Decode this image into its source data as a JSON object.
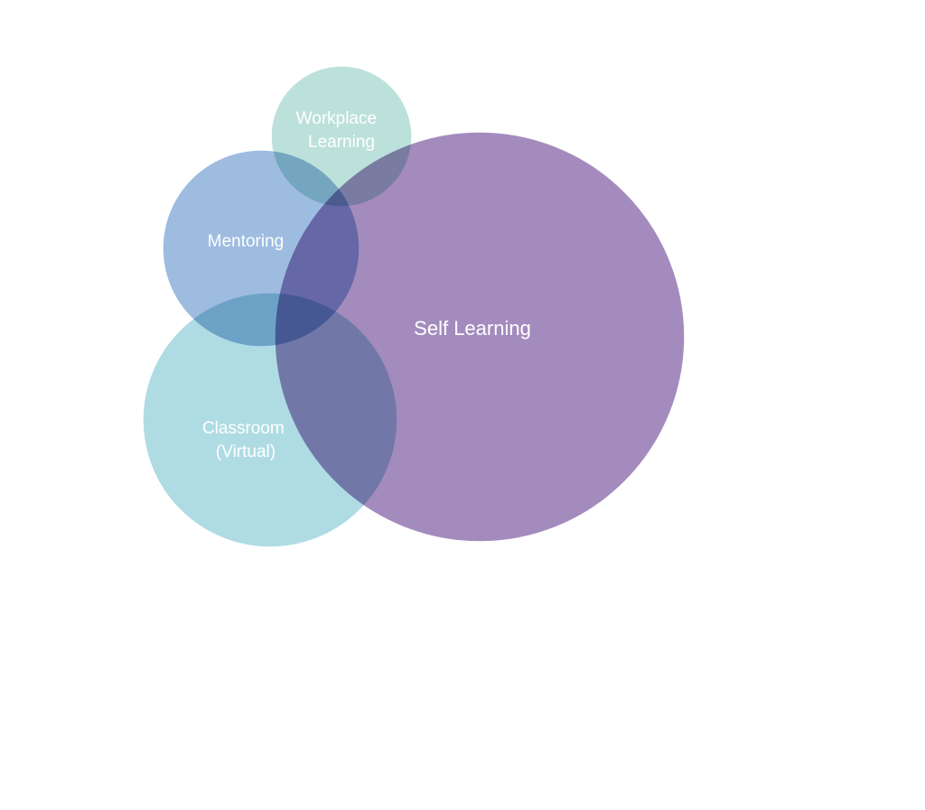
{
  "diagram": {
    "circles": [
      {
        "id": "workplace",
        "label_lines": [
          "Workplace",
          "Learning"
        ],
        "color": "#a6d7cd"
      },
      {
        "id": "mentoring",
        "label_lines": [
          "Mentoring"
        ],
        "color": "#7ea6d6"
      },
      {
        "id": "classroom",
        "label_lines": [
          "Classroom",
          "(Virtual)"
        ],
        "color": "#94d0da"
      },
      {
        "id": "self",
        "label_lines": [
          "Self Learning"
        ],
        "color": "#8a6aab"
      }
    ]
  }
}
